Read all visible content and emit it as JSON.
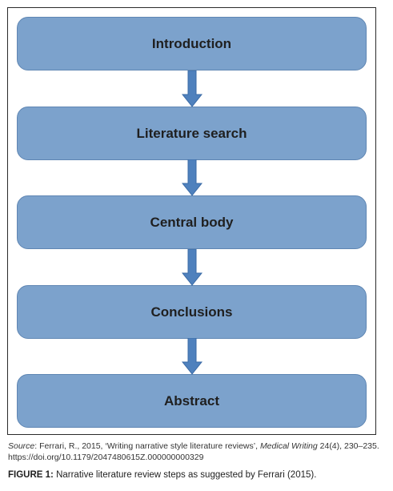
{
  "steps": [
    {
      "label": "Introduction"
    },
    {
      "label": "Literature search"
    },
    {
      "label": "Central body"
    },
    {
      "label": "Conclusions"
    },
    {
      "label": "Abstract"
    }
  ],
  "colors": {
    "box_fill": "#7ca2cc",
    "box_border": "#5f86b3",
    "arrow_fill": "#4f81bd",
    "arrow_stroke": "#3a6aa5"
  },
  "caption": {
    "source_label": "Source",
    "source_text_1": ": Ferrari, R., 2015, ‘Writing narrative style literature reviews’, ",
    "source_journal": "Medical Writing",
    "source_text_2": " 24(4), 230–235. https://doi.org/10.1179/2047480615Z.000000000329",
    "figure_label": "FIGURE 1:",
    "figure_text": " Narrative literature review steps as suggested by Ferrari (2015)."
  }
}
